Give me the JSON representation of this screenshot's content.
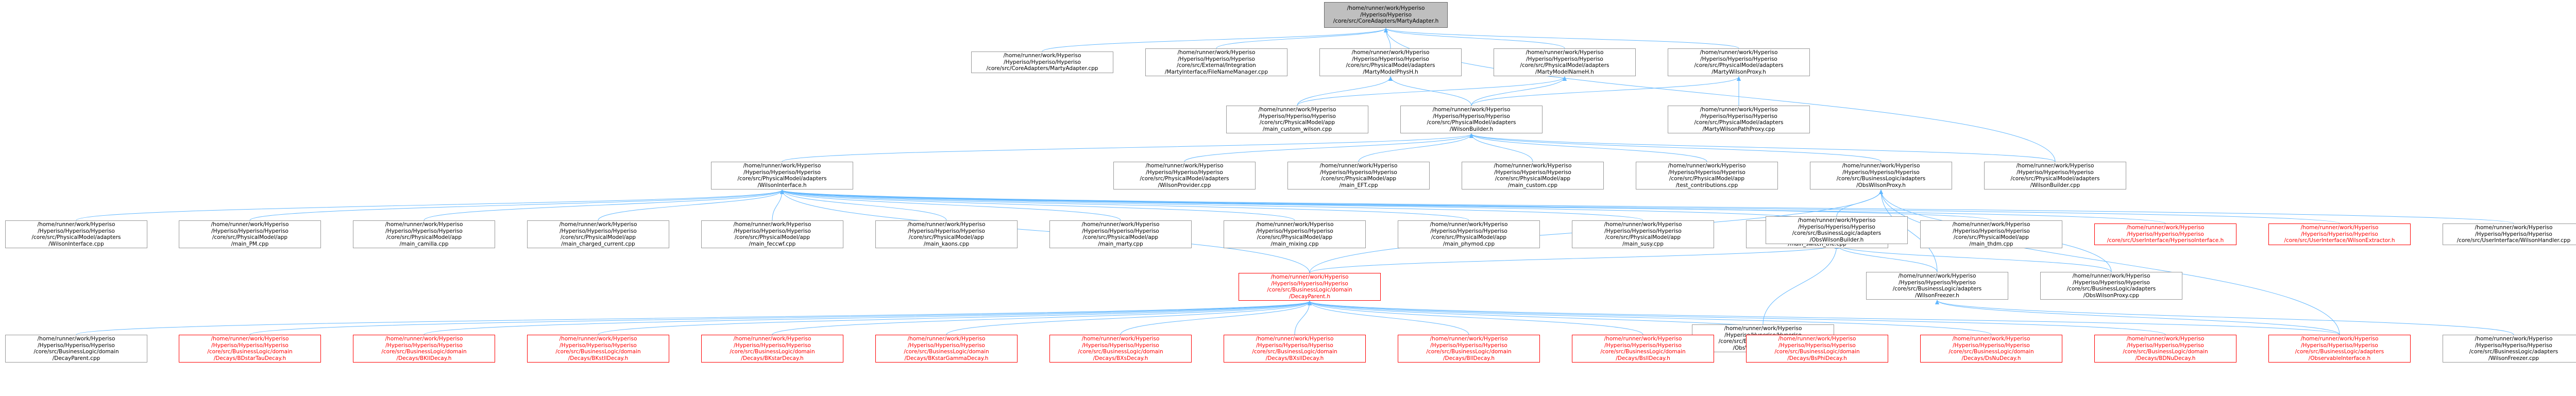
{
  "colors": {
    "edge": "#63b8ff",
    "node_border": "#999999",
    "root_fill": "#bfbfbf",
    "truncated_border": "#ff0000",
    "background": "#ffffff"
  },
  "nodes": {
    "root": [
      "/home/runner/work/Hyperiso",
      "/Hyperiso/Hyperiso",
      "/core/src/CoreAdapters/MartyAdapter.h"
    ],
    "martyAdapterCpp": [
      "/home/runner/work/Hyperiso",
      "/Hyperiso/Hyperiso/Hyperiso",
      "/core/src/CoreAdapters/MartyAdapter.cpp"
    ],
    "martyInterface": [
      "/home/runner/work/Hyperiso",
      "/Hyperiso/Hyperiso/Hyperiso",
      "/core/src/External/Integration",
      "/MartyInterface/FileNameManager.cpp"
    ],
    "martyModelHpp": [
      "/home/runner/work/Hyperiso",
      "/Hyperiso/Hyperiso/Hyperiso",
      "/core/src/PhysicalModel/adapters",
      "/MartyModelPhysH.h"
    ],
    "martyModelNameH": [
      "/home/runner/work/Hyperiso",
      "/Hyperiso/Hyperiso/Hyperiso",
      "/core/src/PhysicalModel/adapters",
      "/MartyModelNameH.h"
    ],
    "martyWilsonProxyH": [
      "/home/runner/work/Hyperiso",
      "/Hyperiso/Hyperiso/Hyperiso",
      "/core/src/PhysicalModel/adapters",
      "/MartyWilsonProxy.h"
    ],
    "mainCustomWilson": [
      "/home/runner/work/Hyperiso",
      "/Hyperiso/Hyperiso/Hyperiso",
      "/core/src/PhysicalModel/app",
      "/main_custom_wilson.cpp"
    ],
    "wilsonBuilderH": [
      "/home/runner/work/Hyperiso",
      "/Hyperiso/Hyperiso/Hyperiso",
      "/core/src/PhysicalModel/adapters",
      "/WilsonBuilder.h"
    ],
    "martyWilsonPathProxy": [
      "/home/runner/work/Hyperiso",
      "/Hyperiso/Hyperiso/Hyperiso",
      "/core/src/PhysicalModel/adapters",
      "/MartyWilsonPathProxy.cpp"
    ],
    "wilsonInterfaceH": [
      "/home/runner/work/Hyperiso",
      "/Hyperiso/Hyperiso/Hyperiso",
      "/core/src/PhysicalModel/adapters",
      "/WilsonInterface.h"
    ],
    "wilsonProviderCpp": [
      "/home/runner/work/Hyperiso",
      "/Hyperiso/Hyperiso/Hyperiso",
      "/core/src/PhysicalModel/adapters",
      "/WilsonProvider.cpp"
    ],
    "mainEftCpp": [
      "/home/runner/work/Hyperiso",
      "/Hyperiso/Hyperiso/Hyperiso",
      "/core/src/PhysicalModel/app",
      "/main_EFT.cpp"
    ],
    "mainCustomCpp": [
      "/home/runner/work/Hyperiso",
      "/Hyperiso/Hyperiso/Hyperiso",
      "/core/src/PhysicalModel/app",
      "/main_custom.cpp"
    ],
    "testContributions": [
      "/home/runner/work/Hyperiso",
      "/Hyperiso/Hyperiso/Hyperiso",
      "/core/src/PhysicalModel/app",
      "/test_contributions.cpp"
    ],
    "obsWilsonProxyH": [
      "/home/runner/work/Hyperiso",
      "/Hyperiso/Hyperiso/Hyperiso",
      "/core/src/BusinessLogic/adapters",
      "/ObsWilsonProxy.h"
    ],
    "wilsonBuilderCpp": [
      "/home/runner/work/Hyperiso",
      "/Hyperiso/Hyperiso/Hyperiso",
      "/core/src/PhysicalModel/adapters",
      "/WilsonBuilder.cpp"
    ],
    "wilsonInterfaceCpp": [
      "/home/runner/work/Hyperiso",
      "/Hyperiso/Hyperiso/Hyperiso",
      "/core/src/PhysicalModel/adapters",
      "/WilsonInterface.cpp"
    ],
    "mainPM": [
      "/home/runner/work/Hyperiso",
      "/Hyperiso/Hyperiso/Hyperiso",
      "/core/src/PhysicalModel/app",
      "/main_PM.cpp"
    ],
    "mainCamilla": [
      "/home/runner/work/Hyperiso",
      "/Hyperiso/Hyperiso/Hyperiso",
      "/core/src/PhysicalModel/app",
      "/main_camilla.cpp"
    ],
    "mainChargedCurrent": [
      "/home/runner/work/Hyperiso",
      "/Hyperiso/Hyperiso/Hyperiso",
      "/core/src/PhysicalModel/app",
      "/main_charged_current.cpp"
    ],
    "mainFeccwf": [
      "/home/runner/work/Hyperiso",
      "/Hyperiso/Hyperiso/Hyperiso",
      "/core/src/PhysicalModel/app",
      "/main_feccwf.cpp"
    ],
    "mainKaons": [
      "/home/runner/work/Hyperiso",
      "/Hyperiso/Hyperiso/Hyperiso",
      "/core/src/PhysicalModel/app",
      "/main_kaons.cpp"
    ],
    "mainMarty": [
      "/home/runner/work/Hyperiso",
      "/Hyperiso/Hyperiso/Hyperiso",
      "/core/src/PhysicalModel/app",
      "/main_marty.cpp"
    ],
    "mainMixing": [
      "/home/runner/work/Hyperiso",
      "/Hyperiso/Hyperiso/Hyperiso",
      "/core/src/PhysicalModel/app",
      "/main_mixing.cpp"
    ],
    "mainPhymod": [
      "/home/runner/work/Hyperiso",
      "/Hyperiso/Hyperiso/Hyperiso",
      "/core/src/PhysicalModel/app",
      "/main_phymod.cpp"
    ],
    "mainSusy": [
      "/home/runner/work/Hyperiso",
      "/Hyperiso/Hyperiso/Hyperiso",
      "/core/src/PhysicalModel/app",
      "/main_susy.cpp"
    ],
    "mainSwitchThe": [
      "/home/runner/work/Hyperiso",
      "/Hyperiso/Hyperiso/Hyperiso",
      "/core/src/PhysicalModel/app",
      "/main_switch_the.cpp"
    ],
    "mainThdm": [
      "/home/runner/work/Hyperiso",
      "/Hyperiso/Hyperiso/Hyperiso",
      "/core/src/PhysicalModel/app",
      "/main_thdm.cpp"
    ],
    "hyperisoInterface": [
      "/home/runner/work/Hyperiso",
      "/Hyperiso/Hyperiso/Hyperiso",
      "/core/src/UserInterface/HyperisoInterface.h"
    ],
    "wilsonExtractor": [
      "/home/runner/work/Hyperiso",
      "/Hyperiso/Hyperiso/Hyperiso",
      "/core/src/UserInterface/WilsonExtractor.h"
    ],
    "wilsonHandler": [
      "/home/runner/work/Hyperiso",
      "/Hyperiso/Hyperiso/Hyperiso",
      "/core/src/UserInterface/WilsonHandler.cpp"
    ],
    "obsWilsonBuilderH": [
      "/home/runner/work/Hyperiso",
      "/Hyperiso/Hyperiso/Hyperiso",
      "/core/src/BusinessLogic/adapters",
      "/ObsWilsonBuilder.h"
    ],
    "decayParentH": [
      "/home/runner/work/Hyperiso",
      "/Hyperiso/Hyperiso/Hyperiso",
      "/core/src/BusinessLogic/domain",
      "/DecayParent.h"
    ],
    "obsWilsonBuilderCpp": [
      "/home/runner/work/Hyperiso",
      "/Hyperiso/Hyperiso/Hyperiso",
      "/core/src/BusinessLogic/adapters",
      "/ObsWilsonBuilder.cpp"
    ],
    "wilsonFreezerH": [
      "/home/runner/work/Hyperiso",
      "/Hyperiso/Hyperiso/Hyperiso",
      "/core/src/BusinessLogic/adapters",
      "/WilsonFreezer.h"
    ],
    "obsWilsonProxyCpp": [
      "/home/runner/work/Hyperiso",
      "/Hyperiso/Hyperiso/Hyperiso",
      "/core/src/BusinessLogic/adapters",
      "/ObsWilsonProxy.cpp"
    ],
    "decayParentCpp": [
      "/home/runner/work/Hyperiso",
      "/Hyperiso/Hyperiso/Hyperiso",
      "/core/src/BusinessLogic/domain",
      "/DecayParent.cpp"
    ],
    "bDstarTauDecay": [
      "/home/runner/work/Hyperiso",
      "/Hyperiso/Hyperiso/Hyperiso",
      "/core/src/BusinessLogic/domain",
      "/Decays/BDstarTauDecay.h"
    ],
    "bKllDecay": [
      "/home/runner/work/Hyperiso",
      "/Hyperiso/Hyperiso/Hyperiso",
      "/core/src/BusinessLogic/domain",
      "/Decays/BKllDecay.h"
    ],
    "bKstllDecay": [
      "/home/runner/work/Hyperiso",
      "/Hyperiso/Hyperiso/Hyperiso",
      "/core/src/BusinessLogic/domain",
      "/Decays/BKstllDecay.h"
    ],
    "bKstarDecay": [
      "/home/runner/work/Hyperiso",
      "/Hyperiso/Hyperiso/Hyperiso",
      "/core/src/BusinessLogic/domain",
      "/Decays/BKstarDecay.h"
    ],
    "bKstarGammaDecay": [
      "/home/runner/work/Hyperiso",
      "/Hyperiso/Hyperiso/Hyperiso",
      "/core/src/BusinessLogic/domain",
      "/Decays/BKstarGammaDecay.h"
    ],
    "bXsDecay": [
      "/home/runner/work/Hyperiso",
      "/Hyperiso/Hyperiso/Hyperiso",
      "/core/src/BusinessLogic/domain",
      "/Decays/BXsDecay.h"
    ],
    "bXsllDecay": [
      "/home/runner/work/Hyperiso",
      "/Hyperiso/Hyperiso/Hyperiso",
      "/core/src/BusinessLogic/domain",
      "/Decays/BXsllDecay.h"
    ],
    "bllDecay": [
      "/home/runner/work/Hyperiso",
      "/Hyperiso/Hyperiso/Hyperiso",
      "/core/src/BusinessLogic/domain",
      "/Decays/BllDecay.h"
    ],
    "bsllDecay": [
      "/home/runner/work/Hyperiso",
      "/Hyperiso/Hyperiso/Hyperiso",
      "/core/src/BusinessLogic/domain",
      "/Decays/BsllDecay.h"
    ],
    "bsPhiDecay": [
      "/home/runner/work/Hyperiso",
      "/Hyperiso/Hyperiso/Hyperiso",
      "/core/src/BusinessLogic/domain",
      "/Decays/BsPhiDecay.h"
    ],
    "dsNuDecay": [
      "/home/runner/work/Hyperiso",
      "/Hyperiso/Hyperiso/Hyperiso",
      "/core/src/BusinessLogic/domain",
      "/Decays/DsNuDecay.h"
    ],
    "bDNuDecay": [
      "/home/runner/work/Hyperiso",
      "/Hyperiso/Hyperiso/Hyperiso",
      "/core/src/BusinessLogic/domain",
      "/Decays/BDNuDecay.h"
    ],
    "observableInterface": [
      "/home/runner/work/Hyperiso",
      "/Hyperiso/Hyperiso/Hyperiso",
      "/core/src/BusinessLogic/adapters",
      "/ObservableInterface.h"
    ],
    "wilsonFreezerCpp": [
      "/home/runner/work/Hyperiso",
      "/Hyperiso/Hyperiso/Hyperiso",
      "/core/src/BusinessLogic/adapters",
      "/WilsonFreezer.cpp"
    ]
  }
}
